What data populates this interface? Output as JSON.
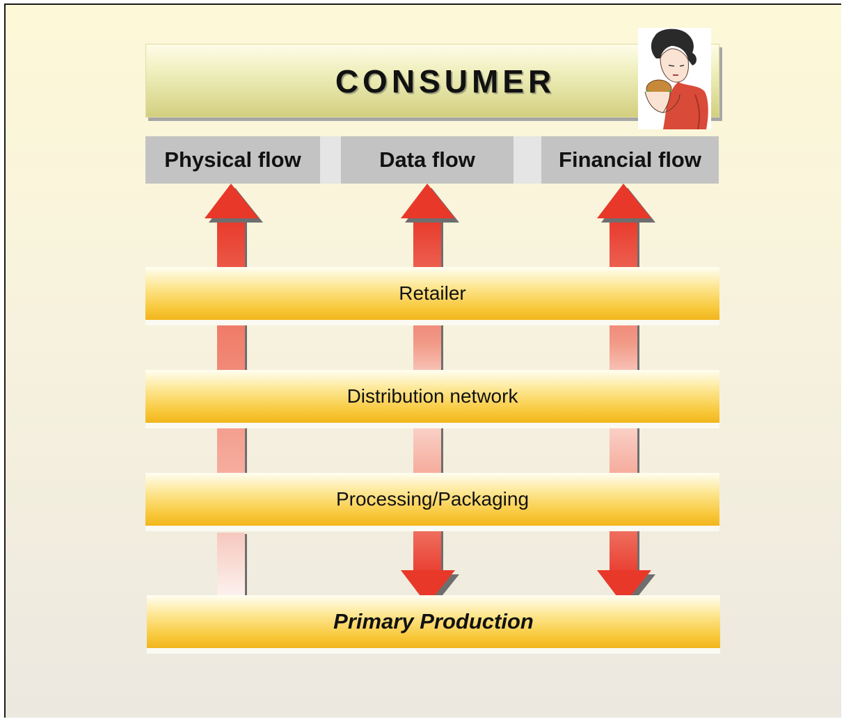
{
  "consumer": {
    "title": "CONSUMER",
    "image_icon": "person-eating-burger-icon"
  },
  "flows": [
    {
      "label": "Physical flow",
      "direction_from_processing": "up"
    },
    {
      "label": "Data flow",
      "direction_from_processing": "down"
    },
    {
      "label": "Financial flow",
      "direction_from_processing": "down"
    }
  ],
  "stages": [
    {
      "label": "Retailer"
    },
    {
      "label": "Distribution network"
    },
    {
      "label": "Processing/Packaging"
    },
    {
      "label": "Primary Production"
    }
  ],
  "colors": {
    "arrow_red": "#e8382a",
    "arrow_light": "#fbe6e2",
    "stage_gold": "#f8c83a",
    "header_gray": "#c3c3c3",
    "consumer_olive": "#d3cf7f"
  }
}
